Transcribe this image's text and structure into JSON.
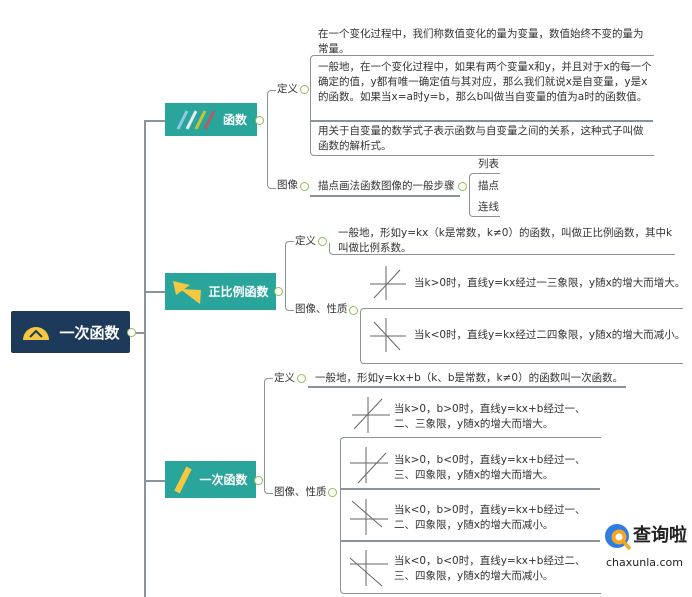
{
  "root": {
    "label": "一次函数",
    "icon": "protractor-icon"
  },
  "branches": [
    {
      "label": "函数",
      "icon": "pencils-icon",
      "definition_label": "定义",
      "definitions": [
        "在一个变化过程中，我们称数值变化的量为变量，数值始终不变的量为常量。",
        "一般地，在一个变化过程中，如果有两个变量x和y，并且对于x的每一个确定的值，y都有唯一确定值与其对应，那么我们就说x是自变量，y是x的函数。如果当x=a时y=b，那么b叫做当自变量的值为a时的函数值。",
        "用关于自变量的数学式子表示函数与自变量之间的关系，这种式子叫做函数的解析式。"
      ],
      "graph_label": "图像",
      "graph_text": "描点画法函数图像的一般步骤",
      "steps": [
        "列表",
        "描点",
        "连线"
      ]
    },
    {
      "label": "正比例函数",
      "icon": "set-square-icon",
      "definition_label": "定义",
      "definition": "一般地，形如y=kx（k是常数，k≠0）的函数，叫做正比例函数，其中k叫做比例系数。",
      "props_label": "图像、性质",
      "props": [
        "当k>0时，直线y=kx经过一三象限，y随x的增大而增大。",
        "当k<0时，直线y=kx经过二四象限，y随x的增大而减小。"
      ]
    },
    {
      "label": "一次函数",
      "icon": "ruler-icon",
      "definition_label": "定义",
      "definition": "一般地，形如y=kx+b（k、b是常数，k≠0）的函数叫一次函数。",
      "props_label": "图像、性质",
      "props": [
        "当k>0，b>0时，直线y=kx+b经过一、二、三象限，y随x的增大而增大。",
        "当k>0，b<0时，直线y=kx+b经过一、三、四象限，y随x的增大而增大。",
        "当k<0，b>0时，直线y=kx+b经过一、二、四象限，y随x的增大而减小。",
        "当k<0，b<0时，直线y=kx+b经过二、三、四象限，y随x的增大而减小。"
      ]
    }
  ],
  "watermark": {
    "brand": "查询啦",
    "domain": "chaxunla.com"
  }
}
